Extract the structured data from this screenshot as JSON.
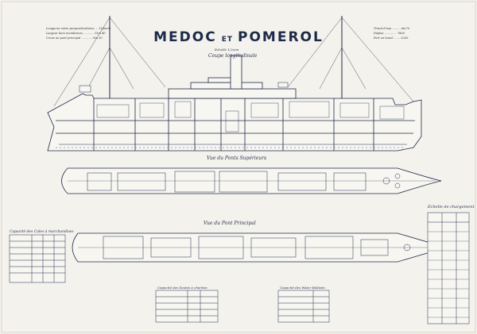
{
  "title": {
    "main_1": "MEDOC",
    "connector": "ET",
    "main_2": "POMEROL"
  },
  "subtitle_scale": "Echelle 1/2o/m",
  "views": {
    "longitudinal": "Coupe longitudinale",
    "upper_deck": "Vue du Ponts Supérieurs",
    "main_deck": "Vue du Pont Principal"
  },
  "panels": {
    "echelle_chargement": "Echelle de chargement",
    "capacite_cales": "Capacité des Cales à marchandises",
    "capacite_soutes": "Capacité des Soutes à charbon",
    "capacite_ballasts": "Capacité des Water Ballasts"
  },
  "specs_left": [
    "Longueur entre perpendiculaires ... 114m00",
    "Largeur hors membrures ........... 15m 40",
    "Creux au pont principal ............ 8m 30"
  ],
  "specs_right": [
    "Tirant d'eau ......... 6m70",
    "Déplac ............. 7800",
    "Port en lourd ....... 5200"
  ]
}
